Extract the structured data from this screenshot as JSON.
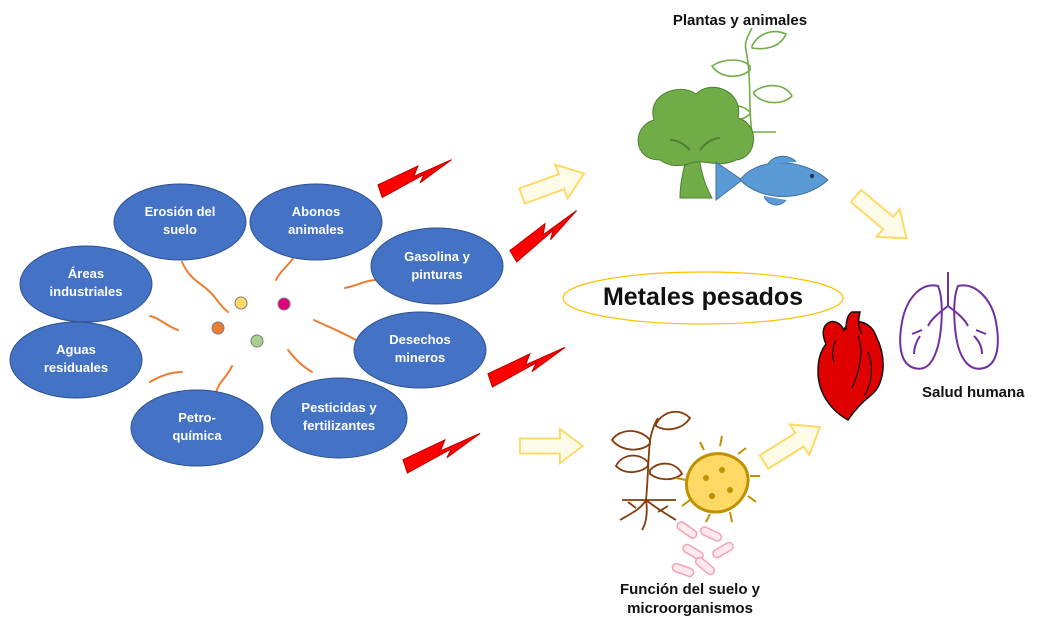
{
  "sources": [
    {
      "id": "erosion",
      "lines": [
        "Erosión del",
        "suelo"
      ]
    },
    {
      "id": "abonos",
      "lines": [
        "Abonos",
        "animales"
      ]
    },
    {
      "id": "areas",
      "lines": [
        "Áreas",
        "industriales"
      ]
    },
    {
      "id": "gasolina",
      "lines": [
        "Gasolina y",
        "pinturas"
      ]
    },
    {
      "id": "aguas",
      "lines": [
        "Aguas",
        "residuales"
      ]
    },
    {
      "id": "desechos",
      "lines": [
        "Desechos",
        "mineros"
      ]
    },
    {
      "id": "petro",
      "lines": [
        "Petro-",
        "química"
      ]
    },
    {
      "id": "pesticidas",
      "lines": [
        "Pesticidas y",
        "fertilizantes"
      ]
    }
  ],
  "center_label": "Metales pesados",
  "targets": {
    "plants_animals": "Plantas y animales",
    "soil_line1": "Función del suelo y",
    "soil_line2": "microorganismos",
    "human_health": "Salud humana"
  },
  "colors": {
    "oval_fill": "#4472c4",
    "oval_text": "#ffffff",
    "connector": "#ed7d31",
    "lightning": "#ff0000",
    "arrow_outline": "#ffd966",
    "center_oval_outline": "#ffc000",
    "tree_green": "#70ad47",
    "fish_blue": "#5b9bd5",
    "heart_red": "#e00000",
    "lungs_purple": "#7030a0",
    "soil_brown": "#843c0c",
    "bacteria_gold": "#bf9000",
    "dot_colors": [
      "#ffd966",
      "#e0007a",
      "#ed7d31",
      "#a9d18e"
    ]
  },
  "icons": [
    "tree-icon",
    "sprout-icon",
    "fish-icon",
    "heart-icon",
    "lungs-icon",
    "seedling-roots-icon",
    "bacteria-icon",
    "lightning-icon",
    "arrow-icon"
  ]
}
